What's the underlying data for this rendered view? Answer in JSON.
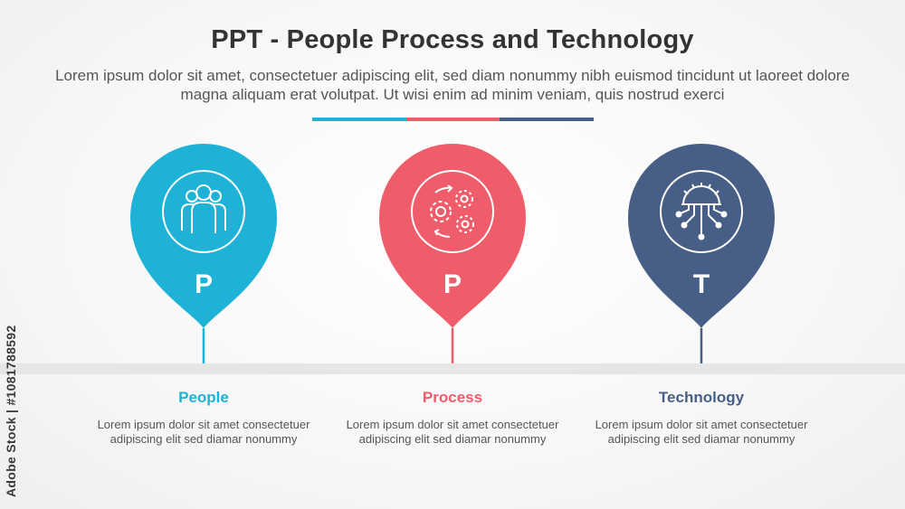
{
  "header": {
    "title": "PPT - People Process and Technology",
    "subtitle": "Lorem ipsum dolor sit amet, consectetuer adipiscing elit, sed diam nonummy nibh euismod tincidunt ut laoreet dolore magna aliquam erat volutpat. Ut wisi enim ad minim veniam, quis nostrud exerci"
  },
  "colors": {
    "people": "#1eb3d6",
    "process": "#ef5d6a",
    "technology": "#475f86"
  },
  "items": [
    {
      "letter": "P",
      "label": "People",
      "description": "Lorem ipsum dolor sit amet consectetuer adipiscing elit sed diamar nonummy",
      "icon": "people-group-icon"
    },
    {
      "letter": "P",
      "label": "Process",
      "description": "Lorem ipsum dolor sit amet consectetuer adipiscing elit sed diamar nonummy",
      "icon": "gears-process-icon"
    },
    {
      "letter": "T",
      "label": "Technology",
      "description": "Lorem ipsum dolor sit amet consectetuer adipiscing elit sed diamar nonummy",
      "icon": "tech-circuit-gear-icon"
    }
  ],
  "credit": "Adobe Stock | #1081788592"
}
